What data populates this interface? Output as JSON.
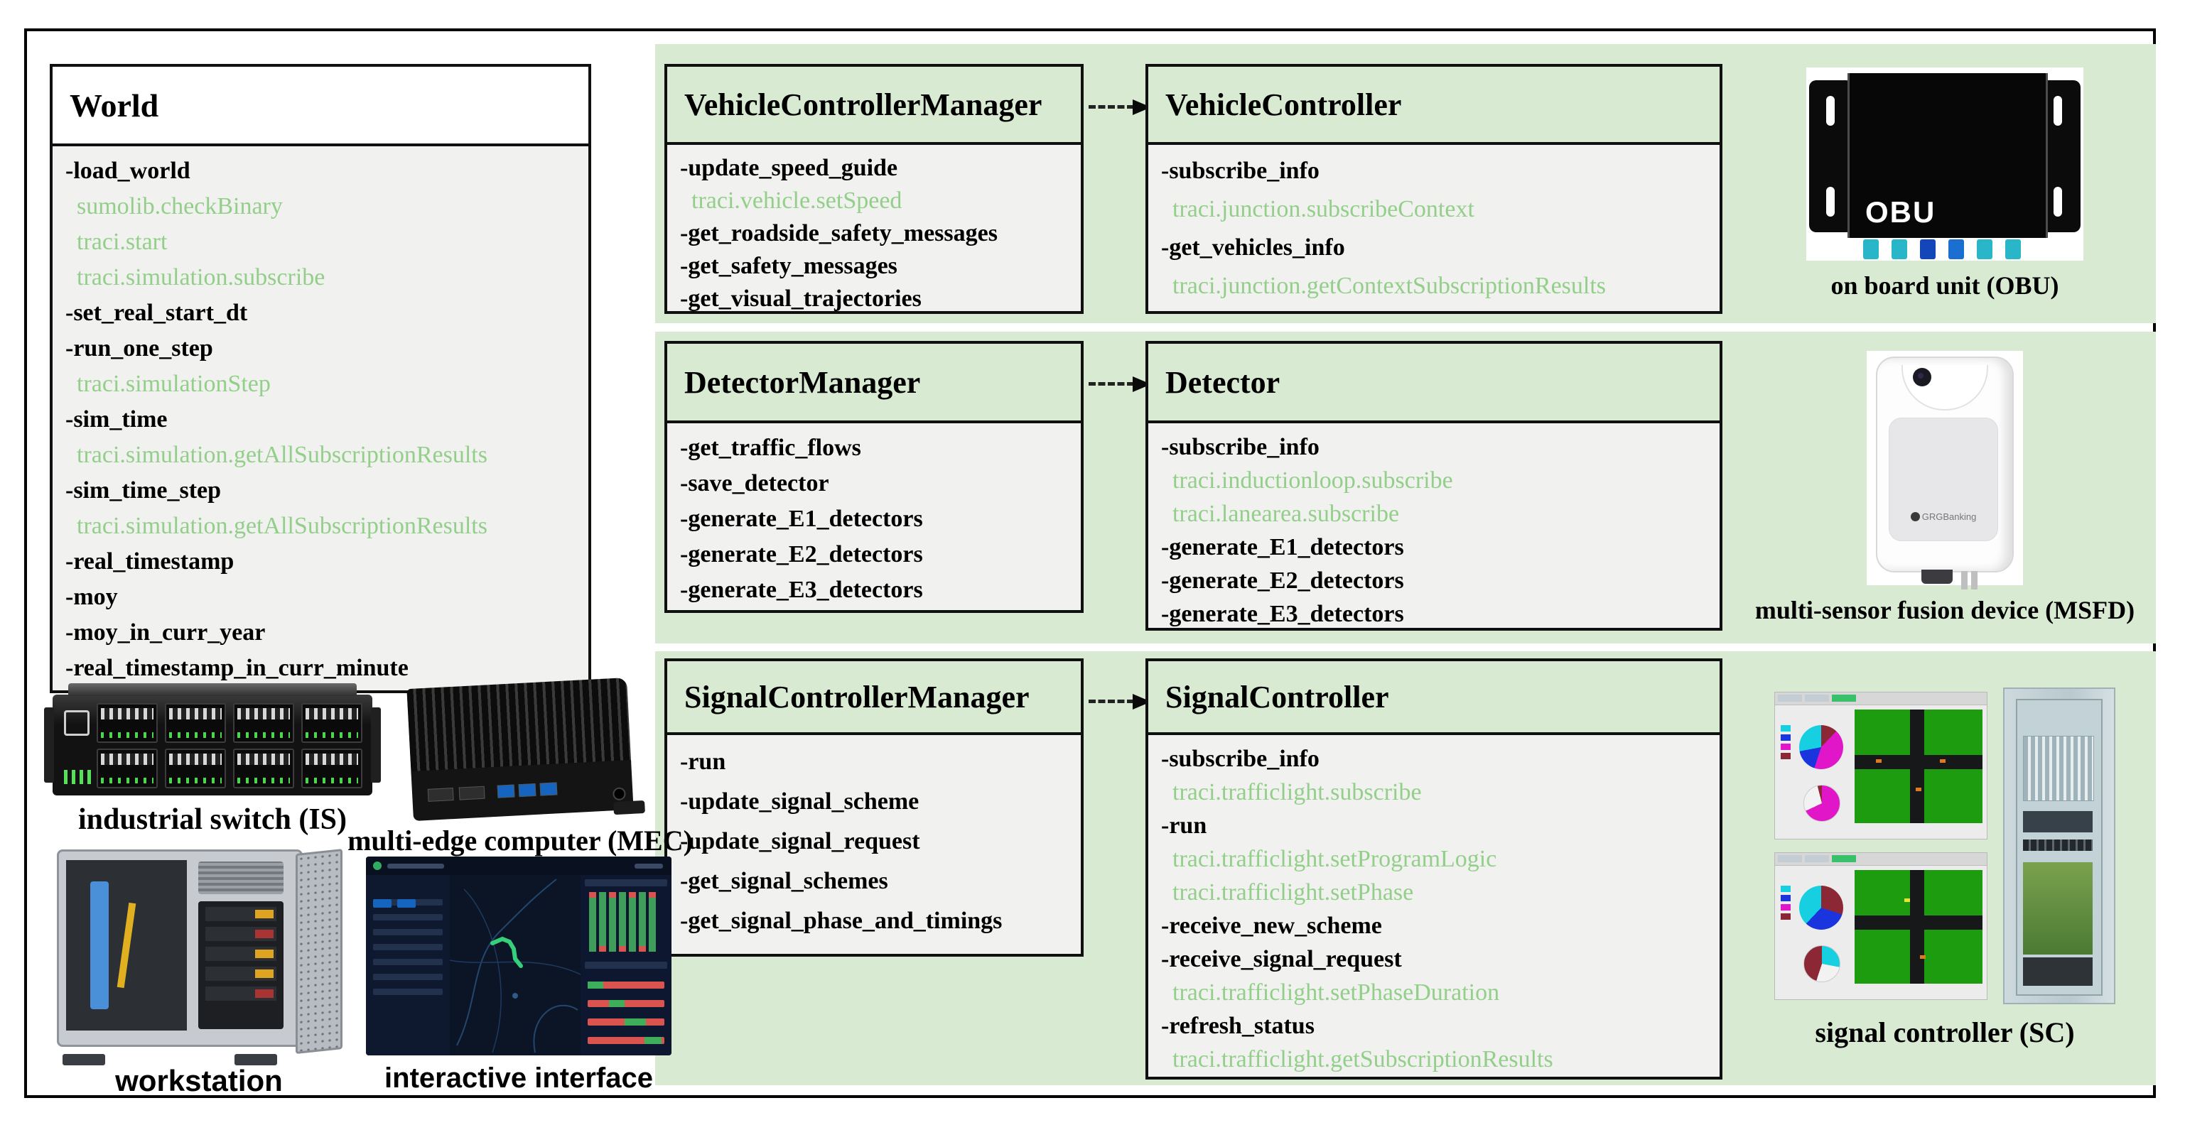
{
  "figure": {
    "world": {
      "title": "World",
      "members": [
        {
          "t": "-load_world",
          "k": "m"
        },
        {
          "t": "sumolib.checkBinary",
          "k": "a"
        },
        {
          "t": "traci.start",
          "k": "a"
        },
        {
          "t": "traci.simulation.subscribe",
          "k": "a"
        },
        {
          "t": "-set_real_start_dt",
          "k": "m"
        },
        {
          "t": "-run_one_step",
          "k": "m"
        },
        {
          "t": "traci.simulationStep",
          "k": "a"
        },
        {
          "t": "-sim_time",
          "k": "m"
        },
        {
          "t": "traci.simulation.getAllSubscriptionResults",
          "k": "a"
        },
        {
          "t": "-sim_time_step",
          "k": "m"
        },
        {
          "t": "traci.simulation.getAllSubscriptionResults",
          "k": "a"
        },
        {
          "t": "-real_timestamp",
          "k": "m"
        },
        {
          "t": "-moy",
          "k": "m"
        },
        {
          "t": "-moy_in_curr_year",
          "k": "m"
        },
        {
          "t": "-real_timestamp_in_curr_minute",
          "k": "m"
        }
      ]
    },
    "rows": [
      {
        "manager": {
          "title": "VehicleControllerManager",
          "members": [
            {
              "t": "-update_speed_guide",
              "k": "m"
            },
            {
              "t": "traci.vehicle.setSpeed",
              "k": "a"
            },
            {
              "t": "-get_roadside_safety_messages",
              "k": "m"
            },
            {
              "t": "-get_safety_messages",
              "k": "m"
            },
            {
              "t": "-get_visual_trajectories",
              "k": "m"
            }
          ]
        },
        "controller": {
          "title": "VehicleController",
          "members": [
            {
              "t": "-subscribe_info",
              "k": "m"
            },
            {
              "t": "traci.junction.subscribeContext",
              "k": "a"
            },
            {
              "t": "-get_vehicles_info",
              "k": "m"
            },
            {
              "t": "traci.junction.getContextSubscriptionResults",
              "k": "a"
            }
          ]
        },
        "device": {
          "label": "on board unit (OBU)",
          "badge": "OBU"
        }
      },
      {
        "manager": {
          "title": "DetectorManager",
          "members": [
            {
              "t": "-get_traffic_flows",
              "k": "m"
            },
            {
              "t": "-save_detector",
              "k": "m"
            },
            {
              "t": "-generate_E1_detectors",
              "k": "m"
            },
            {
              "t": "-generate_E2_detectors",
              "k": "m"
            },
            {
              "t": "-generate_E3_detectors",
              "k": "m"
            }
          ]
        },
        "controller": {
          "title": "Detector",
          "members": [
            {
              "t": "-subscribe_info",
              "k": "m"
            },
            {
              "t": "traci.inductionloop.subscribe",
              "k": "a"
            },
            {
              "t": "traci.lanearea.subscribe",
              "k": "a"
            },
            {
              "t": "-generate_E1_detectors",
              "k": "m"
            },
            {
              "t": "-generate_E2_detectors",
              "k": "m"
            },
            {
              "t": "-generate_E3_detectors",
              "k": "m"
            }
          ]
        },
        "device": {
          "label": "multi-sensor fusion device (MSFD)",
          "logo": "GRGBanking"
        }
      },
      {
        "manager": {
          "title": "SignalControllerManager",
          "members": [
            {
              "t": "-run",
              "k": "m"
            },
            {
              "t": "-update_signal_scheme",
              "k": "m"
            },
            {
              "t": "-update_signal_request",
              "k": "m"
            },
            {
              "t": "-get_signal_schemes",
              "k": "m"
            },
            {
              "t": "-get_signal_phase_and_timings",
              "k": "m"
            }
          ]
        },
        "controller": {
          "title": "SignalController",
          "members": [
            {
              "t": "-subscribe_info",
              "k": "m"
            },
            {
              "t": "traci.trafficlight.subscribe",
              "k": "a"
            },
            {
              "t": "-run",
              "k": "m"
            },
            {
              "t": "traci.trafficlight.setProgramLogic",
              "k": "a"
            },
            {
              "t": "traci.trafficlight.setPhase",
              "k": "a"
            },
            {
              "t": "-receive_new_scheme",
              "k": "m"
            },
            {
              "t": "-receive_signal_request",
              "k": "m"
            },
            {
              "t": "traci.trafficlight.setPhaseDuration",
              "k": "a"
            },
            {
              "t": "-refresh_status",
              "k": "m"
            },
            {
              "t": "traci.trafficlight.getSubscriptionResults",
              "k": "a"
            }
          ]
        },
        "device": {
          "label": "signal controller (SC)"
        }
      }
    ],
    "hardware": {
      "industrial_switch": {
        "label": "industrial switch (IS)"
      },
      "mec": {
        "label": "multi-edge computer (MEC)"
      },
      "workstation": {
        "label": "workstation"
      },
      "interactive_interface": {
        "label": "interactive interface"
      }
    },
    "colors": {
      "band_green": "#d9ead3",
      "api_text_green": "#93cf8a",
      "box_body_gray": "#f1f1ef"
    }
  }
}
